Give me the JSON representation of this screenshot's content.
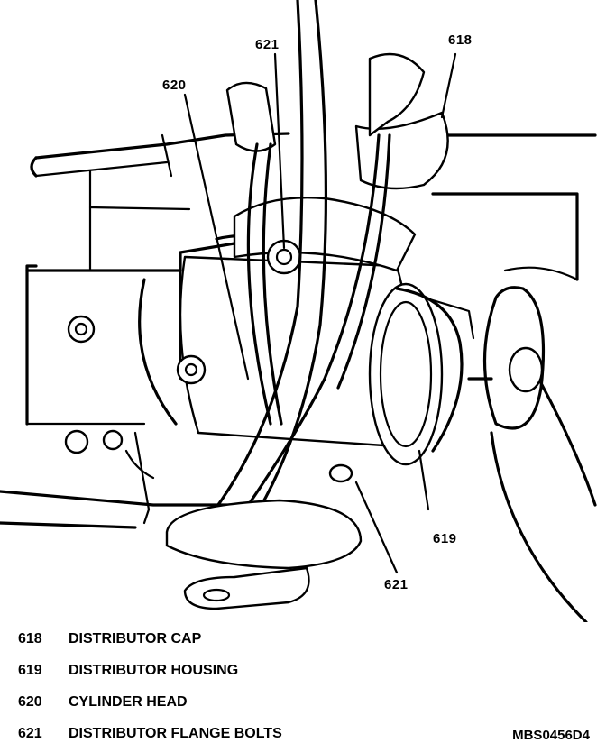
{
  "callouts": {
    "c618": "618",
    "c620": "620",
    "c621_top": "621",
    "c619": "619",
    "c621_bottom": "621"
  },
  "legend": [
    {
      "number": "618",
      "label": "DISTRIBUTOR CAP"
    },
    {
      "number": "619",
      "label": "DISTRIBUTOR HOUSING"
    },
    {
      "number": "620",
      "label": "CYLINDER HEAD"
    },
    {
      "number": "621",
      "label": "DISTRIBUTOR FLANGE BOLTS"
    }
  ],
  "figure_code": "MBS0456D4"
}
